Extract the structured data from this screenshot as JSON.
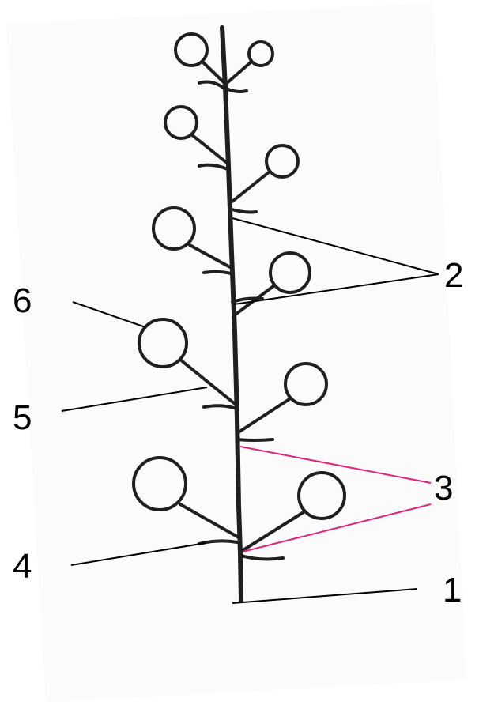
{
  "diagram": {
    "labels": {
      "label_1": "1",
      "label_2": "2",
      "label_3": "3",
      "label_4": "4",
      "label_5": "5",
      "label_6": "6"
    },
    "colors": {
      "background": "#ffffff",
      "paper": "#fbfbfb",
      "plant_ink": "#1f1f1f",
      "leader_black": "#000000",
      "leader_magenta": "#e0247c",
      "label_text": "#000000"
    }
  }
}
